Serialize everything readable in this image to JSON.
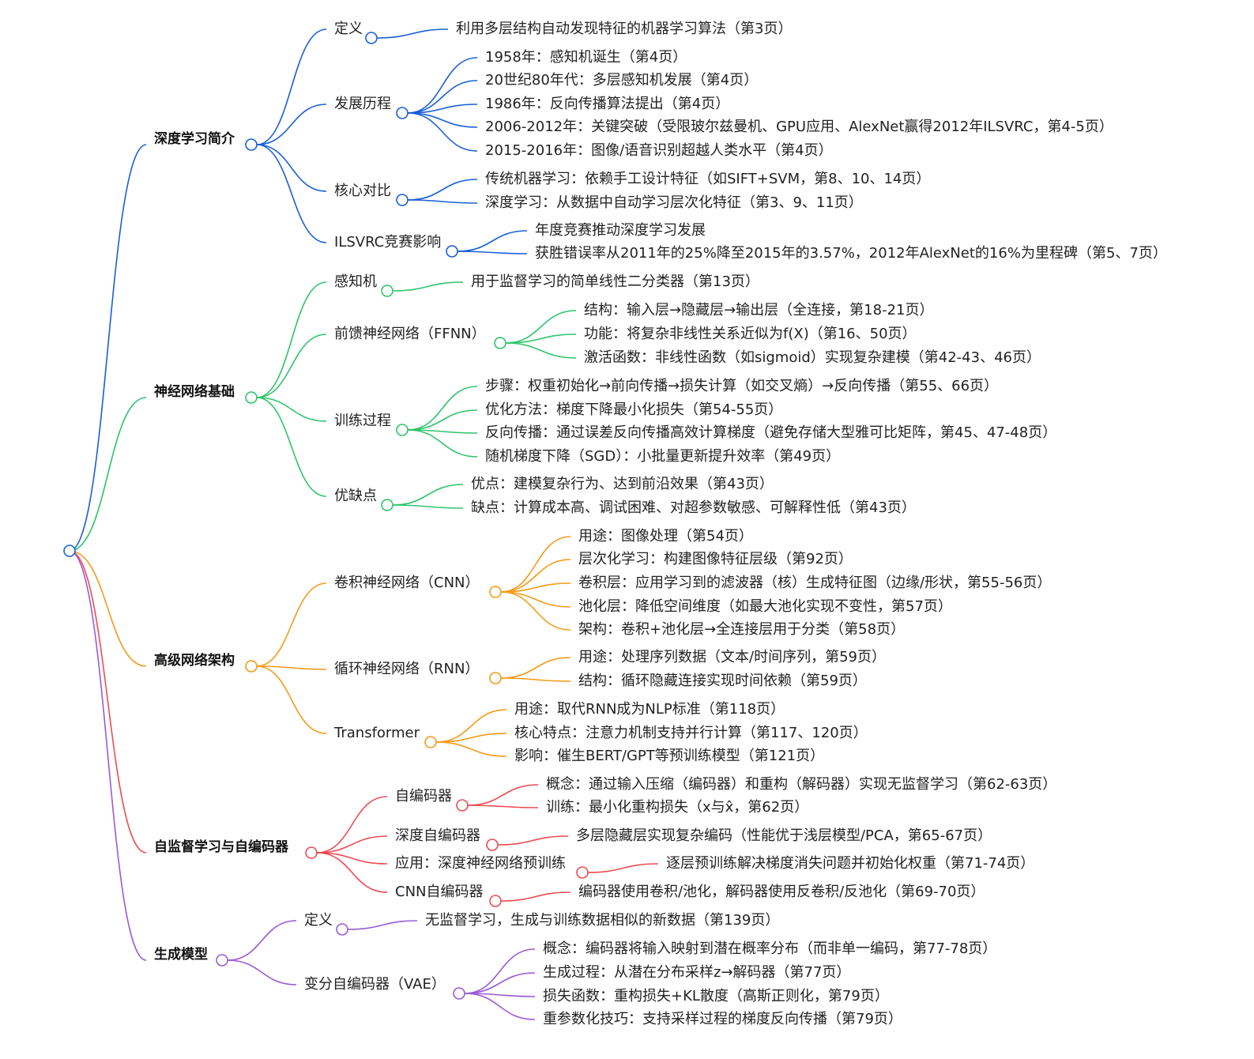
{
  "colors": {
    "intro": "#1a5fd6",
    "nn": "#2ec46b",
    "adv": "#f59a18",
    "ae": "#ec4c52",
    "gen": "#9b5ad6"
  },
  "branches": [
    {
      "key": "intro",
      "label": "深度学习简介",
      "children": [
        {
          "label": "定义",
          "children": [
            "利用多层结构自动发现特征的机器学习算法（第3页）"
          ]
        },
        {
          "label": "发展历程",
          "children": [
            "1958年：感知机诞生（第4页）",
            "20世纪80年代：多层感知机发展（第4页）",
            "1986年：反向传播算法提出（第4页）",
            "2006-2012年：关键突破（受限玻尔兹曼机、GPU应用、AlexNet赢得2012年ILSVRC，第4-5页）",
            "2015-2016年：图像/语音识别超越人类水平（第4页）"
          ]
        },
        {
          "label": "核心对比",
          "children": [
            "传统机器学习：依赖手工设计特征（如SIFT+SVM，第8、10、14页）",
            "深度学习：从数据中自动学习层次化特征（第3、9、11页）"
          ]
        },
        {
          "label": "ILSVRC竞赛影响",
          "children": [
            "年度竞赛推动深度学习发展",
            "获胜错误率从2011年的25%降至2015年的3.57%，2012年AlexNet的16%为里程碑（第5、7页）"
          ]
        }
      ]
    },
    {
      "key": "nn",
      "label": "神经网络基础",
      "children": [
        {
          "label": "感知机",
          "children": [
            "用于监督学习的简单线性二分类器（第13页）"
          ]
        },
        {
          "label": "前馈神经网络（FFNN）",
          "children": [
            "结构：输入层→隐藏层→输出层（全连接，第18-21页）",
            "功能：将复杂非线性关系近似为f(X)（第16、50页）",
            "激活函数：非线性函数（如sigmoid）实现复杂建模（第42-43、46页）"
          ]
        },
        {
          "label": "训练过程",
          "children": [
            "步骤：权重初始化→前向传播→损失计算（如交叉熵）→反向传播（第55、66页）",
            "优化方法：梯度下降最小化损失（第54-55页）",
            "反向传播：通过误差反向传播高效计算梯度（避免存储大型雅可比矩阵，第45、47-48页）",
            "随机梯度下降（SGD）：小批量更新提升效率（第49页）"
          ]
        },
        {
          "label": "优缺点",
          "children": [
            "优点：建模复杂行为、达到前沿效果（第43页）",
            "缺点：计算成本高、调试困难、对超参数敏感、可解释性低（第43页）"
          ]
        }
      ]
    },
    {
      "key": "adv",
      "label": "高级网络架构",
      "children": [
        {
          "label": "卷积神经网络（CNN）",
          "children": [
            "用途：图像处理（第54页）",
            "层次化学习：构建图像特征层级（第92页）",
            "卷积层：应用学习到的滤波器（核）生成特征图（边缘/形状，第55-56页）",
            "池化层：降低空间维度（如最大池化实现不变性，第57页）",
            "架构：卷积+池化层→全连接层用于分类（第58页）"
          ]
        },
        {
          "label": "循环神经网络（RNN）",
          "children": [
            "用途：处理序列数据（文本/时间序列，第59页）",
            "结构：循环隐藏连接实现时间依赖（第59页）"
          ]
        },
        {
          "label": "Transformer",
          "children": [
            "用途：取代RNN成为NLP标准（第118页）",
            "核心特点：注意力机制支持并行计算（第117、120页）",
            "影响：催生BERT/GPT等预训练模型（第121页）"
          ]
        }
      ]
    },
    {
      "key": "ae",
      "label": "自监督学习与自编码器",
      "children": [
        {
          "label": "自编码器",
          "children": [
            "概念：通过输入压缩（编码器）和重构（解码器）实现无监督学习（第62-63页）",
            "训练：最小化重构损失（x与x̂，第62页）"
          ]
        },
        {
          "label": "深度自编码器",
          "children": [
            "多层隐藏层实现复杂编码（性能优于浅层模型/PCA，第65-67页）"
          ]
        },
        {
          "label": "应用：深度神经网络预训练",
          "children": [
            "逐层预训练解决梯度消失问题并初始化权重（第71-74页）"
          ]
        },
        {
          "label": "CNN自编码器",
          "children": [
            "编码器使用卷积/池化，解码器使用反卷积/反池化（第69-70页）"
          ]
        }
      ]
    },
    {
      "key": "gen",
      "label": "生成模型",
      "children": [
        {
          "label": "定义",
          "children": [
            "无监督学习，生成与训练数据相似的新数据（第139页）"
          ]
        },
        {
          "label": "变分自编码器（VAE）",
          "children": [
            "概念：编码器将输入映射到潜在概率分布（而非单一编码，第77-78页）",
            "生成过程：从潜在分布采样z→解码器（第77页）",
            "损失函数：重构损失+KL散度（高斯正则化，第79页）",
            "重参数化技巧：支持采样过程的梯度反向传播（第79页）"
          ]
        }
      ]
    }
  ]
}
